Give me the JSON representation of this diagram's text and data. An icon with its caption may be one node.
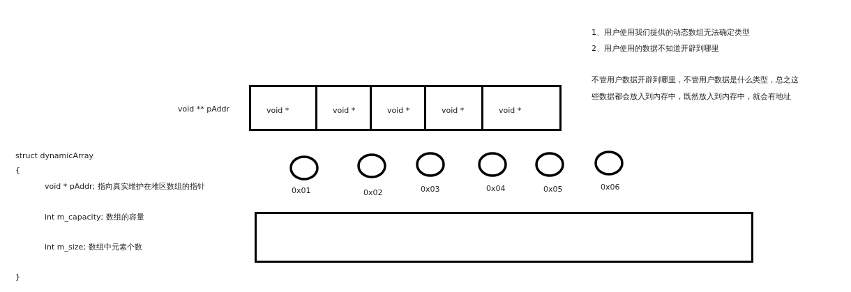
{
  "diagram": {
    "nodes": [
      {
        "text": [],
        "shape": "box",
        "beside": [
          "void ** pAddr"
        ]
      },
      {
        "text": [
          "void *"
        ],
        "in": 0
      },
      {
        "text": [
          "void *"
        ],
        "in": 0
      },
      {
        "text": [
          "void *"
        ],
        "in": 0
      },
      {
        "text": [
          "void *"
        ],
        "in": 0
      },
      {
        "text": [
          "void *"
        ],
        "in": 0
      },
      {
        "text": [],
        "shape": "circle",
        "beside": [
          "0x01"
        ]
      },
      {
        "text": [],
        "shape": "circle",
        "beside": [
          "0x02"
        ]
      },
      {
        "text": [],
        "shape": "circle",
        "beside": [
          "0x03"
        ]
      },
      {
        "text": [],
        "shape": "circle",
        "beside": [
          "0x04"
        ]
      },
      {
        "text": [],
        "shape": "circle",
        "beside": [
          "0x05"
        ]
      },
      {
        "text": [],
        "shape": "circle",
        "beside": [
          "0x06"
        ]
      },
      {
        "text": [],
        "shape": "box"
      }
    ],
    "edges": [],
    "labels": [
      "1、用户使用我们提供的动态数组无法确定类型",
      "2、用户使用的数据不知道开辟到哪里",
      "不管用户数据开辟到哪里，不管用户数据是什么类型，总之这些数据都会放入到内存中，既然放入到内存中，就会有地址",
      "struct dynamicArray",
      "{",
      "void * pAddr; 指向真实维护在堆区数组的指针",
      "int m_capacity; 数组的容量",
      "int m_size; 数组中元素个数",
      "}"
    ]
  }
}
